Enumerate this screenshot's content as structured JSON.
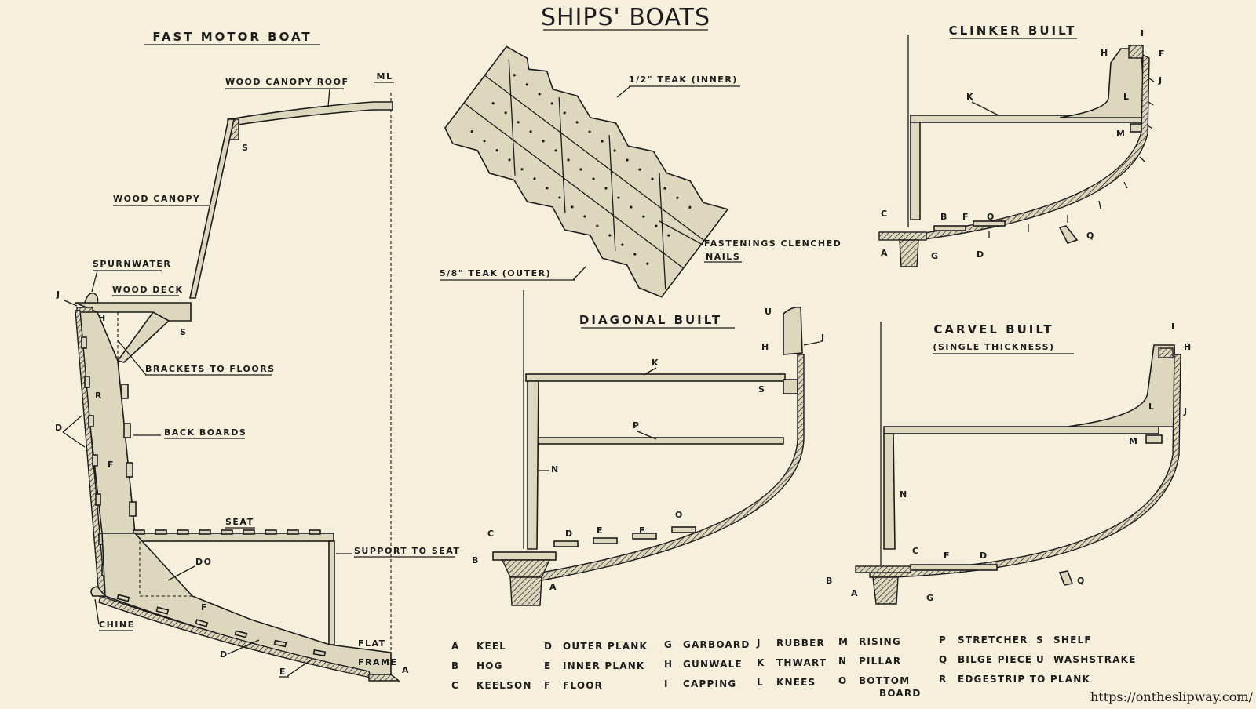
{
  "title": "SHIPS' BOATS",
  "sections": {
    "fast_motor_boat": {
      "title": "FAST MOTOR BOAT",
      "labels": {
        "wood_canopy_roof": "WOOD CANOPY ROOF",
        "ml": "ML",
        "s": "S",
        "wood_canopy": "WOOD CANOPY",
        "spurnwater": "SPURNWATER",
        "wood_deck": "WOOD DECK",
        "j": "J",
        "h": "H",
        "s2": "S",
        "brackets_to_floors": "BRACKETS TO FLOORS",
        "r": "R",
        "back_boards": "BACK BOARDS",
        "d": "D",
        "f": "F",
        "seat": "SEAT",
        "support_to_seat": "SUPPORT TO SEAT",
        "do": "DO",
        "f2": "F",
        "chine": "CHINE",
        "d2": "D",
        "flat": "FLAT",
        "frame": "FRAME",
        "a": "A",
        "e": "E"
      }
    },
    "planking_detail": {
      "labels": {
        "teak_inner": "1/2\" TEAK (INNER)",
        "fastenings": "FASTENINGS CLENCHED",
        "nails": "NAILS",
        "teak_outer": "5/8\" TEAK (OUTER)"
      }
    },
    "clinker_built": {
      "title": "CLINKER BUILT",
      "labels": {
        "i": "I",
        "h": "H",
        "f": "F",
        "j": "J",
        "k": "K",
        "l": "L",
        "m": "M",
        "c": "C",
        "b": "B",
        "f2": "F",
        "o": "O",
        "q": "Q",
        "a": "A",
        "g": "G",
        "d": "D"
      }
    },
    "diagonal_built": {
      "title": "DIAGONAL BUILT",
      "labels": {
        "u": "U",
        "h": "H",
        "j": "J",
        "k": "K",
        "s": "S",
        "p": "P",
        "n": "N",
        "c": "C",
        "d": "D",
        "e": "E",
        "f": "F",
        "o": "O",
        "b": "B",
        "a": "A"
      }
    },
    "carvel_built": {
      "title": "CARVEL BUILT",
      "subtitle": "(SINGLE THICKNESS)",
      "labels": {
        "i": "I",
        "h": "H",
        "j": "J",
        "l": "L",
        "m": "M",
        "n": "N",
        "c": "C",
        "f": "F",
        "d": "D",
        "b": "B",
        "a": "A",
        "g": "G",
        "q": "Q"
      }
    }
  },
  "legend": [
    {
      "code": "A",
      "name": "KEEL"
    },
    {
      "code": "B",
      "name": "HOG"
    },
    {
      "code": "C",
      "name": "KEELSON"
    },
    {
      "code": "D",
      "name": "OUTER PLANK"
    },
    {
      "code": "E",
      "name": "INNER PLANK"
    },
    {
      "code": "F",
      "name": "FLOOR"
    },
    {
      "code": "G",
      "name": "GARBOARD"
    },
    {
      "code": "H",
      "name": "GUNWALE"
    },
    {
      "code": "I",
      "name": "CAPPING"
    },
    {
      "code": "J",
      "name": "RUBBER"
    },
    {
      "code": "K",
      "name": "THWART"
    },
    {
      "code": "L",
      "name": "KNEES"
    },
    {
      "code": "M",
      "name": "RISING"
    },
    {
      "code": "N",
      "name": "PILLAR"
    },
    {
      "code": "O",
      "name": "BOTTOM"
    },
    {
      "code": "P",
      "name": "STRETCHER"
    },
    {
      "code": "Q",
      "name": "BILGE PIECE"
    },
    {
      "code": "R",
      "name": "EDGESTRIP TO PLANK"
    },
    {
      "code": "S",
      "name": "SHELF"
    },
    {
      "code": "U",
      "name": "WASHSTRAKE"
    }
  ],
  "legend_extra": "BOARD",
  "watermark": "https://ontheslipway.com/"
}
